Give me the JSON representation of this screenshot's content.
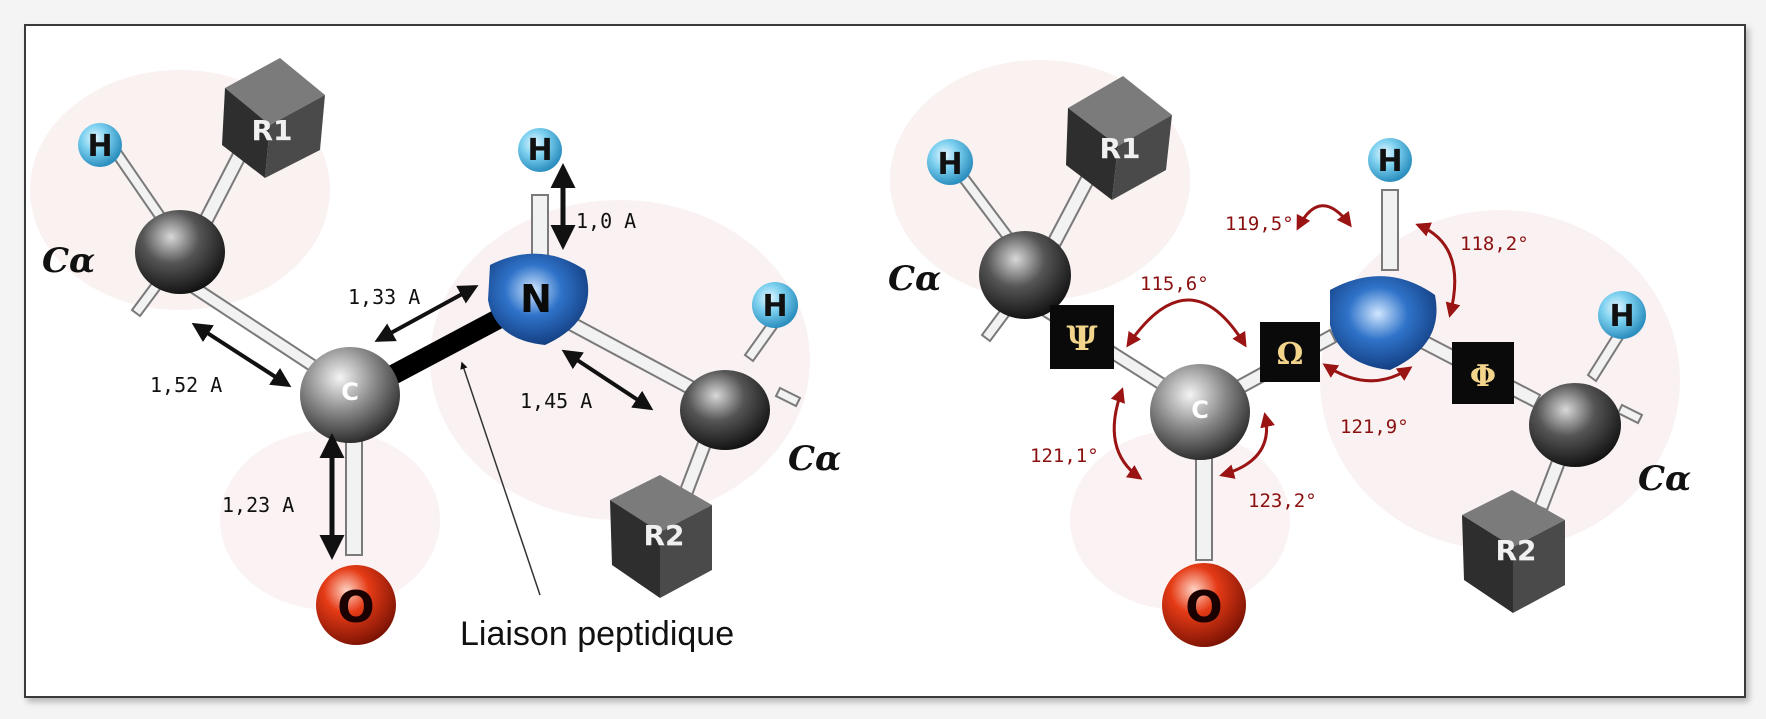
{
  "left_panel": {
    "atoms": {
      "h1": "H",
      "r1": "R1",
      "calpha1": "Cα",
      "c": "C",
      "o": "O",
      "n": "N",
      "hn": "H",
      "h2": "H",
      "calpha2": "Cα",
      "r2": "R2"
    },
    "bond_lengths": {
      "n_h": "1,0 A",
      "c_n": "1,33 A",
      "calpha_c": "1,52 A",
      "n_calpha": "1,45 A",
      "c_o": "1,23 A"
    },
    "caption": "Liaison peptidique"
  },
  "right_panel": {
    "atoms": {
      "h1": "H",
      "r1": "R1",
      "calpha1": "Cα",
      "c": "C",
      "o": "O",
      "hn": "H",
      "h2": "H",
      "calpha2": "Cα",
      "r2": "R2"
    },
    "torsion_labels": {
      "psi": "Ψ",
      "omega": "Ω",
      "phi": "Φ"
    },
    "bond_angles": {
      "a1": "119,5°",
      "a2": "118,2°",
      "a3": "115,6°",
      "a4": "121,9°",
      "a5": "121,1°",
      "a6": "123,2°"
    }
  },
  "colors": {
    "hydrogen": "#6cc3e6",
    "carbon": "#3c3c3c",
    "nitrogen": "#1f5fb0",
    "oxygen": "#d42a12",
    "angle_arrow": "#9a1414",
    "torsion_box": "#0a0a0a",
    "torsion_glyph": "#f2d58a"
  }
}
